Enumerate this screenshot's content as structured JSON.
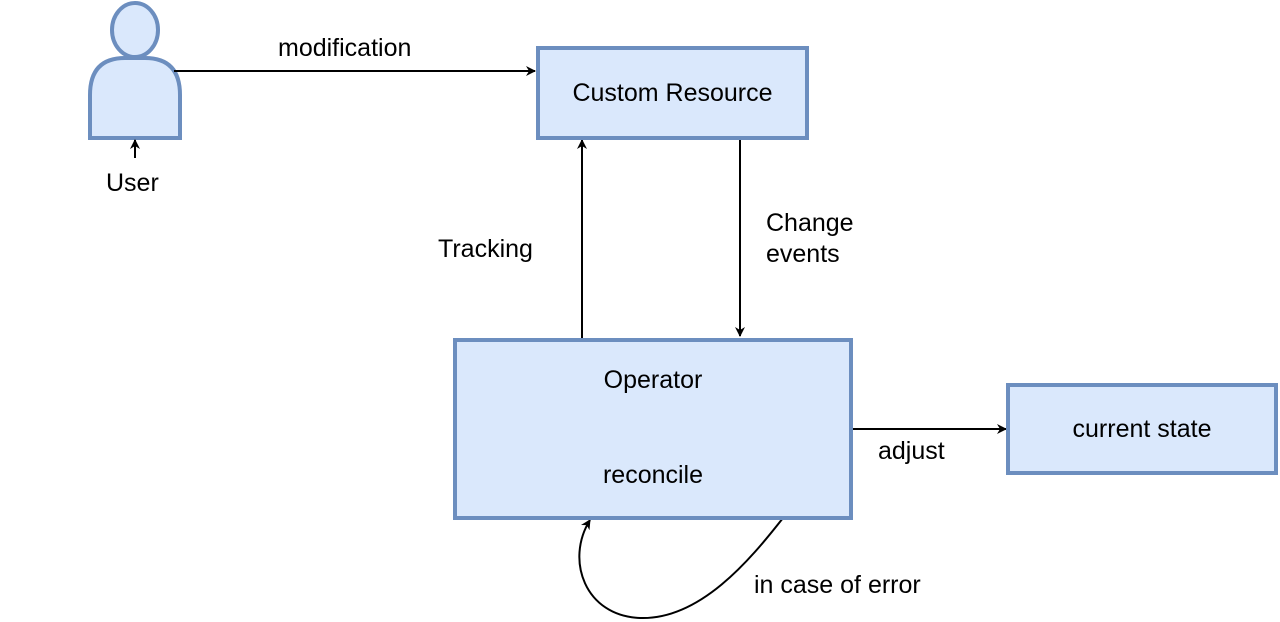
{
  "actor": {
    "label": "User",
    "icon": "user-icon"
  },
  "nodes": {
    "custom_resource": "Custom Resource",
    "operator_title": "Operator",
    "operator_action": "reconcile",
    "current_state": "current state"
  },
  "edges": {
    "modification": "modification",
    "tracking": "Tracking",
    "change_events_line1": "Change",
    "change_events_line2": "events",
    "adjust": "adjust",
    "error_loop": "in case of error"
  },
  "colors": {
    "fill": "#dae8fc",
    "stroke": "#6c8ebf",
    "edge": "#000000"
  }
}
